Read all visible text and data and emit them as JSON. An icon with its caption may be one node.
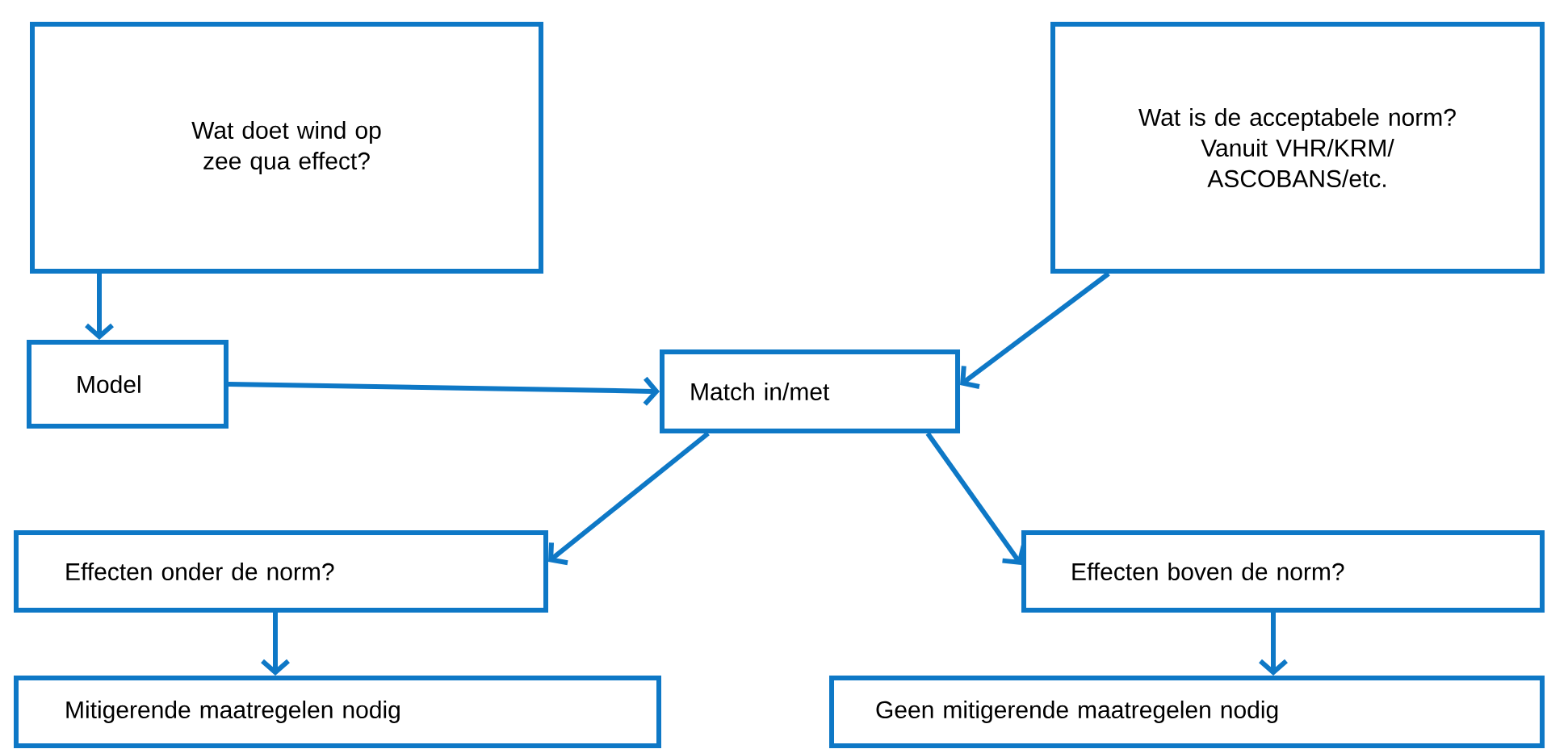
{
  "diagram": {
    "nodes": [
      {
        "text": [
          "Wat doet wind op zee qua effect?"
        ]
      },
      {
        "text": [
          "Wat is de acceptabele norm?",
          "Vanuit VHR/KRM/ ASCOBANS/etc."
        ]
      },
      {
        "text": [
          "Model"
        ]
      },
      {
        "text": [
          "Match in/met"
        ]
      },
      {
        "text": [
          "Effecten onder de norm?"
        ]
      },
      {
        "text": [
          "Effecten boven de norm?"
        ]
      },
      {
        "text": [
          "Mitigerende maatregelen nodig"
        ]
      },
      {
        "text": [
          "Geen mitigerende maatregelen nodig"
        ]
      }
    ],
    "edges": [
      {
        "from": 0,
        "to": 2,
        "arrow": "to"
      },
      {
        "from": 2,
        "to": 3,
        "arrow": "to"
      },
      {
        "from": 1,
        "to": 3,
        "arrow": "to"
      },
      {
        "from": 3,
        "to": 4,
        "arrow": "to"
      },
      {
        "from": 3,
        "to": 5,
        "arrow": "to"
      },
      {
        "from": 4,
        "to": 6,
        "arrow": "to"
      },
      {
        "from": 5,
        "to": 7,
        "arrow": "to"
      }
    ]
  }
}
